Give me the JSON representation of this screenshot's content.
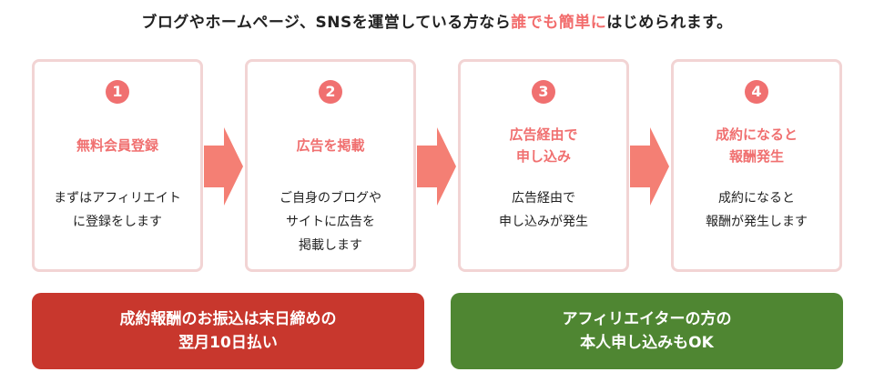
{
  "headline": {
    "part1": "ブログやホームページ、SNSを運営している方なら",
    "highlight": "誰でも簡単に",
    "part2": "はじめられます。"
  },
  "steps": [
    {
      "number": "1",
      "title": "無料会員登録",
      "desc": "まずはアフィリエイト\nに登録をします"
    },
    {
      "number": "2",
      "title": "広告を掲載",
      "desc": "ご自身のブログや\nサイトに広告を\n掲載します"
    },
    {
      "number": "3",
      "title": "広告経由で\n申し込み",
      "desc": "広告経由で\n申し込みが発生"
    },
    {
      "number": "4",
      "title": "成約になると\n報酬発生",
      "desc": "成約になると\n報酬が発生します"
    }
  ],
  "banners": {
    "payment": "成約報酬のお振込は末日締めの\n翌月10日払い",
    "eligibility": "アフィリエイターの方の\n本人申し込みもOK"
  },
  "colors": {
    "accent": "#f07070",
    "card_border": "#f2d4d4",
    "arrow": "#f47f74",
    "banner_red": "#c8372d",
    "banner_green": "#4f8632"
  }
}
